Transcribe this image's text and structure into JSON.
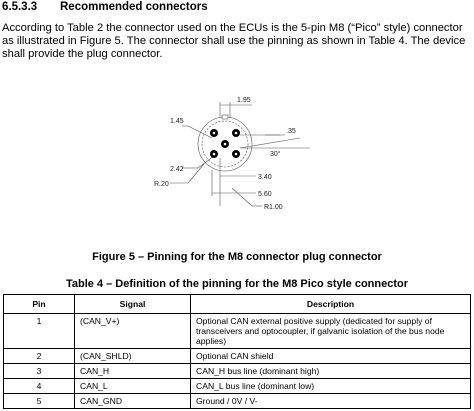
{
  "section": {
    "number": "6.5.3.3",
    "title": "Recommended connectors"
  },
  "paragraph": "According to Table 2 the connector used on the ECUs is the 5-pin M8 (“Pico” style) connector as illustrated in Figure 5. The connector shall use the pinning as shown in Table 4. The device shall provide the plug connector.",
  "figure": {
    "dimensions": {
      "d195": "1.95",
      "d145": "1.45",
      "d35": ".35",
      "d30": "30°",
      "d242": "2.42",
      "r20": "R.20",
      "d340": "3.40",
      "d560": "5.60",
      "r100": "R1.00"
    },
    "caption": "Figure 5 – Pinning for the M8 connector plug connector"
  },
  "table": {
    "caption": "Table 4 – Definition of the pinning for the M8 Pico style connector",
    "headers": [
      "Pin",
      "Signal",
      "Description"
    ],
    "rows": [
      {
        "pin": "1",
        "signal": "(CAN_V+)",
        "description": "Optional CAN external positive supply (dedicated for supply of transceivers and optocoupler, if galvanic isolation of the bus node applies)"
      },
      {
        "pin": "2",
        "signal": "(CAN_SHLD)",
        "description": "Optional CAN shield"
      },
      {
        "pin": "3",
        "signal": "CAN_H",
        "description": "CAN_H bus line (dominant high)"
      },
      {
        "pin": "4",
        "signal": "CAN_L",
        "description": "CAN_L bus line (dominant low)"
      },
      {
        "pin": "5",
        "signal": "CAN_GND",
        "description": "Ground / 0V / V-"
      }
    ]
  }
}
